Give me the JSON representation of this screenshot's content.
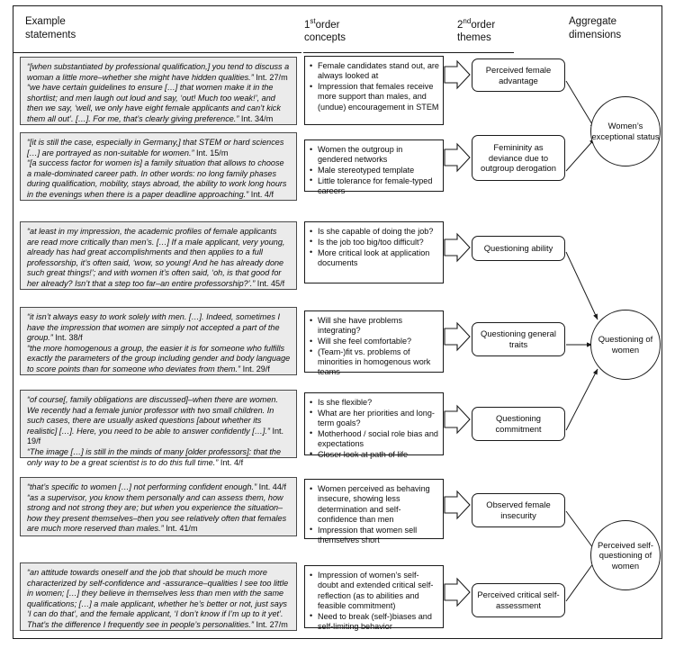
{
  "figure": {
    "columns": {
      "examples": "Example\nstatements",
      "first_order": "order\nconcepts",
      "first_order_sup": "1",
      "first_order_ord": "st",
      "second_order": "order\nthemes",
      "second_order_sup": "2",
      "second_order_ord": "nd",
      "aggregate": "Aggregate\ndimensions"
    },
    "statements": [
      {
        "id": "stmt-1",
        "quotes": [
          {
            "text": "“[when substantiated by professional qualification,] you tend to discuss a woman a little more–whether she might have hidden qualities.”",
            "source": " Int. 27/m"
          },
          {
            "text": "“we have certain guidelines to ensure […] that women make it in the shortlist; and men laugh out loud and say, ‘out! Much too weak!’, and then we say, ‘well, we only have eight female applicants and can’t kick them all out’. […]. For me, that’s clearly giving preference.”",
            "source": " Int. 34/m"
          }
        ]
      },
      {
        "id": "stmt-2",
        "quotes": [
          {
            "text": "“[it is still the case, especially in Germany,] that STEM or hard sciences […] are portrayed as non-suitable for women.”",
            "source": " Int. 15/m"
          },
          {
            "text": "“[a success factor for women is] a family situation that allows to choose a male-dominated career path. In other words: no long family phases during qualification, mobility, stays abroad, the ability to work long hours in the evenings when there is a paper deadline approaching.”",
            "source": " Int. 4/f"
          }
        ]
      },
      {
        "id": "stmt-3",
        "quotes": [
          {
            "text": "“at least in my impression, the academic profiles of female applicants are read more critically than men’s. […] If a male applicant, very young, already has had great accomplishments and then applies to a full professorship, it’s often said, ‘wow, so young! And he has already done such great things!’; and with women it’s often said, ‘oh, is that good for her already? Isn’t that a step too far–an entire professorship?’.”",
            "source": " Int. 45/f"
          }
        ]
      },
      {
        "id": "stmt-4",
        "quotes": [
          {
            "text": "“it isn’t always easy to work solely with men. […]. Indeed, sometimes I have the impression that women are simply not accepted a part of the group.”",
            "source": " Int. 38/f"
          },
          {
            "text": "“the more homogenous a group, the easier it is for someone who fulfills exactly the parameters of the group including gender and body language to score points than for someone who deviates from them.”",
            "source": " Int. 29/f"
          }
        ]
      },
      {
        "id": "stmt-5",
        "quotes": [
          {
            "text": "“of course[, family obligations are discussed]–when there are women. We recently had a female junior professor with two small children. In such cases, there are usually asked questions [about whether its realistic] […]. Here, you need to be able to answer confidently […].”",
            "source": " Int. 19/f"
          },
          {
            "text": "“The image […] is still in the minds of many [older professors]: that the only way to be a great scientist is to do this full time.”",
            "source": " Int. 4/f"
          }
        ]
      },
      {
        "id": "stmt-6",
        "quotes": [
          {
            "text": "“that’s specific to women […] not performing confident enough.”",
            "source": " Int. 44/f"
          },
          {
            "text": "“as a supervisor, you know them personally and can assess them, how strong and not strong they are; but when you experience the situation–how they present themselves–then you see relatively often that females are much more reserved than males.”",
            "source": " Int. 41/m"
          }
        ]
      },
      {
        "id": "stmt-7",
        "quotes": [
          {
            "text": "“an attitude towards oneself and the job that should be much more characterized by self-confidence and -assurance–qualities I see too little in women; […] they believe in themselves less than men with the same qualifications; […] a male applicant, whether he’s better or not, just says ‘I can do that’, and the female applicant, ‘I don’t know if I’m up to it yet’. That’s the difference I frequently see in people’s personalities.”",
            "source": " Int. 27/m"
          }
        ]
      }
    ],
    "first_order_concepts": [
      {
        "id": "concept-1",
        "bullets": [
          "Female candidates stand out, are always looked at",
          "Impression that females receive more support than males, and (undue) encouragement in STEM"
        ]
      },
      {
        "id": "concept-2",
        "bullets": [
          "Women the outgroup in gendered networks",
          "Male stereotyped template",
          "Little tolerance for female-typed careers"
        ]
      },
      {
        "id": "concept-3",
        "bullets": [
          "Is she capable of doing the job?",
          "Is the job too big/too difficult?",
          "More critical look at application documents"
        ]
      },
      {
        "id": "concept-4",
        "bullets": [
          "Will she have problems integrating?",
          "Will she feel comfortable?",
          "(Team-)fit vs. problems of minorities in homogenous work teams"
        ]
      },
      {
        "id": "concept-5",
        "bullets": [
          "Is she flexible?",
          "What are her priorities and long-term goals?",
          "Motherhood / social role bias and expectations",
          "Closer look at path of life"
        ]
      },
      {
        "id": "concept-6",
        "bullets": [
          "Women perceived as behaving insecure, showing less determination and self-confidence than men",
          "Impression that women sell themselves short"
        ]
      },
      {
        "id": "concept-7",
        "bullets": [
          "Impression of women’s self-doubt and extended critical self-reflection (as to abilities and feasible commitment)",
          "Need to break (self-)biases and self-limiting behavior"
        ]
      }
    ],
    "second_order_themes": [
      {
        "id": "theme-1",
        "label": "Perceived female advantage"
      },
      {
        "id": "theme-2",
        "label": "Femininity as deviance due to outgroup derogation"
      },
      {
        "id": "theme-3",
        "label": "Questioning ability"
      },
      {
        "id": "theme-4",
        "label": "Questioning general traits"
      },
      {
        "id": "theme-5",
        "label": "Questioning commitment"
      },
      {
        "id": "theme-6",
        "label": "Observed female insecurity"
      },
      {
        "id": "theme-7",
        "label": "Perceived critical self-assessment"
      }
    ],
    "aggregate_dimensions": [
      {
        "id": "agg-1",
        "label": "Women’s exceptional status"
      },
      {
        "id": "agg-2",
        "label": "Questioning of women"
      },
      {
        "id": "agg-3",
        "label": "Perceived self-questioning of women"
      }
    ],
    "colors": {
      "statement_fill": "#ebebeb",
      "statement_border": "#4a4a4a",
      "box_border": "#1a1a1a",
      "background": "#ffffff",
      "text": "#0c0c0c"
    }
  }
}
